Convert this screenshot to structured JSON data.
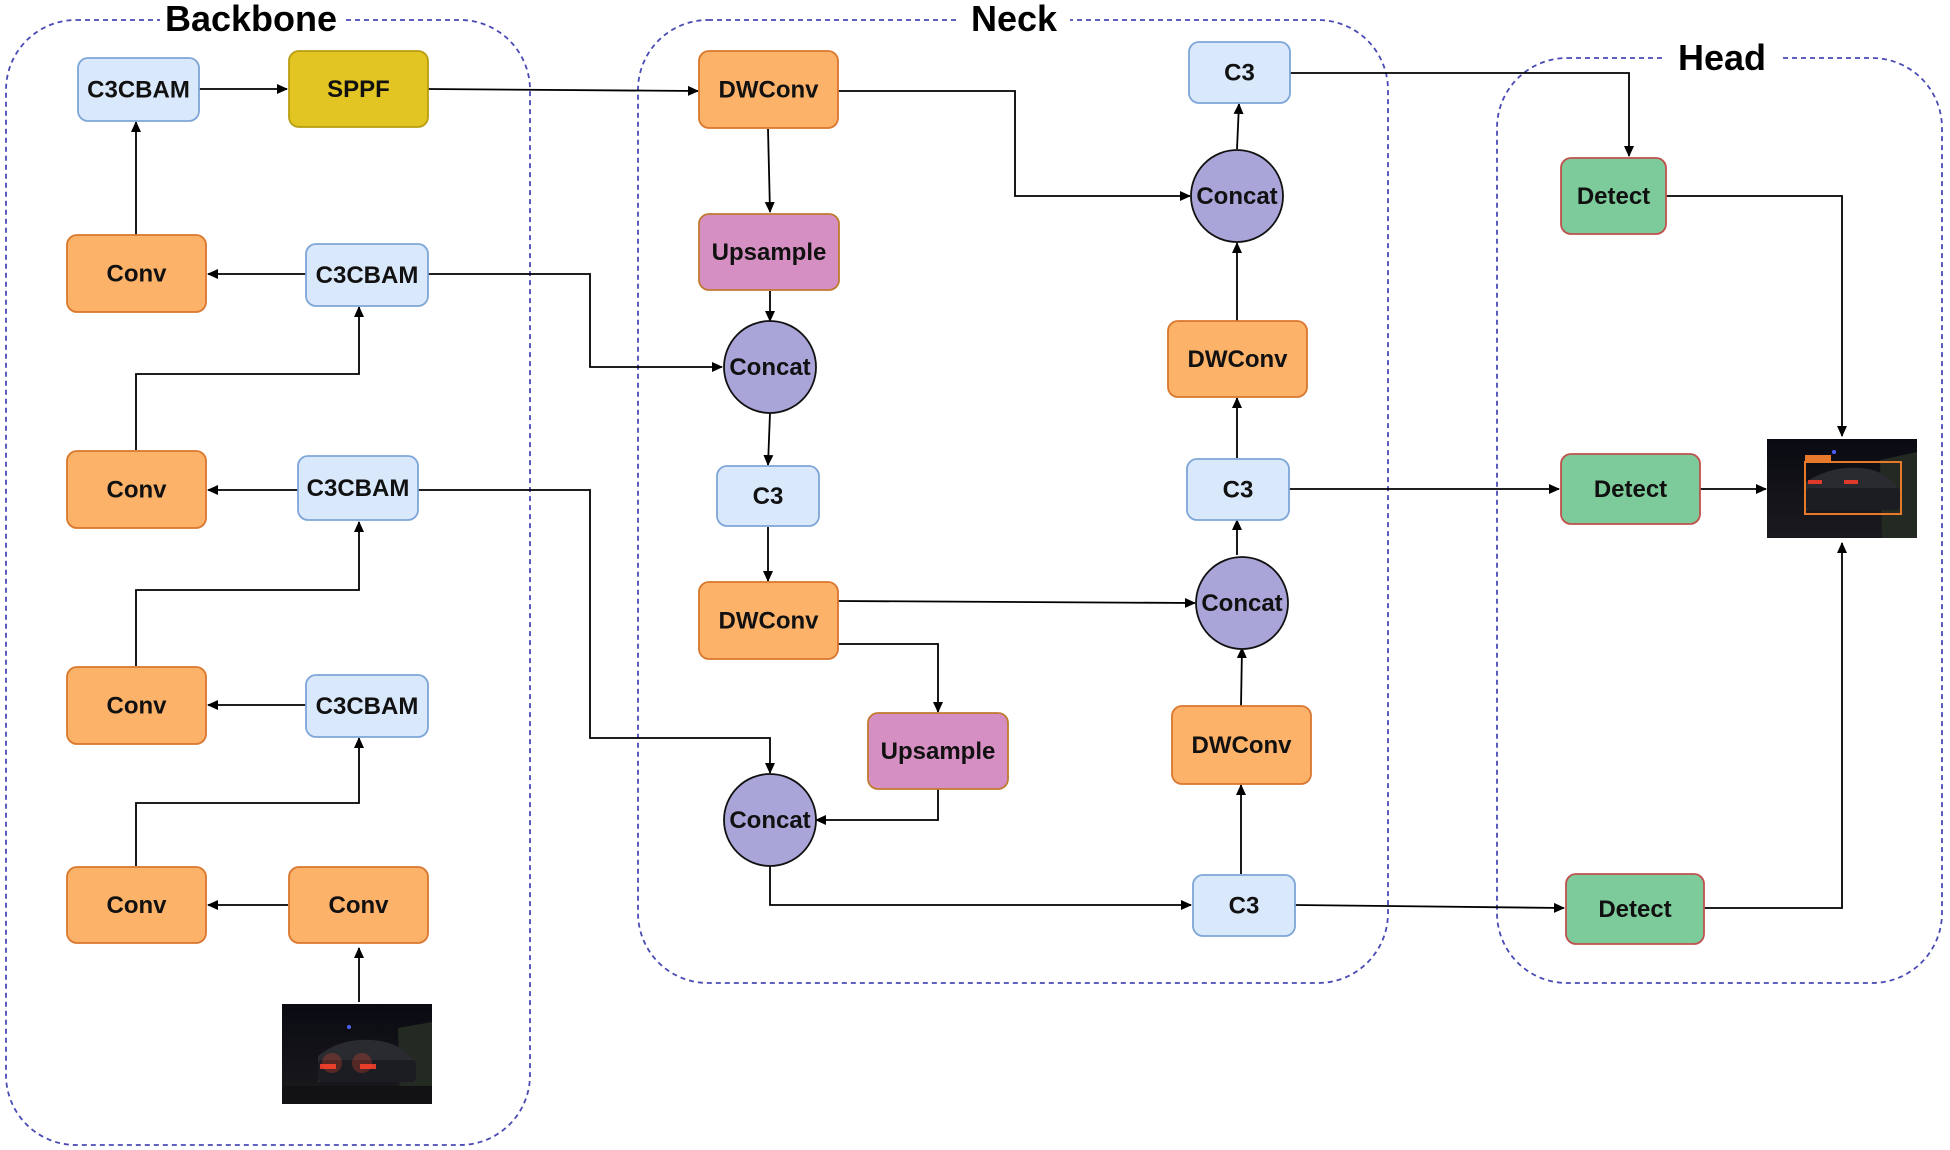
{
  "colors": {
    "orange": "#FDB26A",
    "orange_stroke": "#D9772E",
    "lightblue": "#DAE8FC",
    "lightblue_stroke": "#7EA6D8",
    "yellow": "#E2C523",
    "yellow_stroke": "#B89E10",
    "pink": "#D68FC2",
    "pink_stroke": "#C07A2E",
    "green": "#7DCB9A",
    "green_stroke": "#C0504D",
    "purple": "#A9A5D8",
    "purple_stroke": "#111111",
    "group_border": "#4A4AB5"
  },
  "sections": {
    "backbone": "Backbone",
    "neck": "Neck",
    "head": "Head"
  },
  "images": {
    "input": "night-car-photo",
    "output": "detection-result-photo"
  },
  "nodes": {
    "b_c3cbam_top": "C3CBAM",
    "b_sppf": "SPPF",
    "b_conv_1": "Conv",
    "b_c3cbam_1": "C3CBAM",
    "b_conv_2": "Conv",
    "b_c3cbam_2": "C3CBAM",
    "b_conv_3": "Conv",
    "b_c3cbam_3": "C3CBAM",
    "b_conv_4": "Conv",
    "b_conv_5": "Conv",
    "n_dwconv_1": "DWConv",
    "n_upsample_1": "Upsample",
    "n_concat_1": "Concat",
    "n_c3_1": "C3",
    "n_dwconv_2": "DWConv",
    "n_upsample_2": "Upsample",
    "n_concat_2": "Concat",
    "n_c3_top": "C3",
    "n_concat_top": "Concat",
    "n_dwconv_r1": "DWConv",
    "n_c3_mid": "C3",
    "n_concat_mid": "Concat",
    "n_dwconv_r2": "DWConv",
    "n_c3_bottom": "C3",
    "h_detect_1": "Detect",
    "h_detect_2": "Detect",
    "h_detect_3": "Detect"
  }
}
